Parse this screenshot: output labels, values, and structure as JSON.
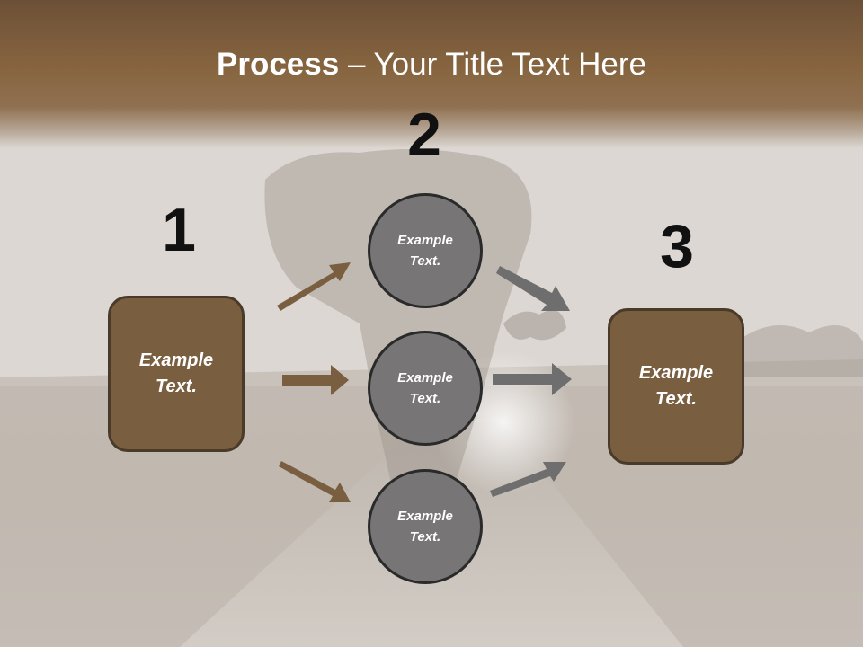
{
  "title": {
    "bold": "Process",
    "rest": " – Your Title Text Here"
  },
  "steps": {
    "one": {
      "number": "1",
      "label": "Example Text."
    },
    "two": {
      "number": "2"
    },
    "three": {
      "number": "3",
      "label": "Example Text."
    }
  },
  "circles": [
    {
      "label": "Example Text."
    },
    {
      "label": "Example Text."
    },
    {
      "label": "Example Text."
    }
  ],
  "colors": {
    "title_band": "#86643f",
    "box_fill": "#7a5e40",
    "circle_fill": "#777575",
    "brown_arrow": "#7a5e40",
    "gray_arrow": "#6e6e6e"
  }
}
